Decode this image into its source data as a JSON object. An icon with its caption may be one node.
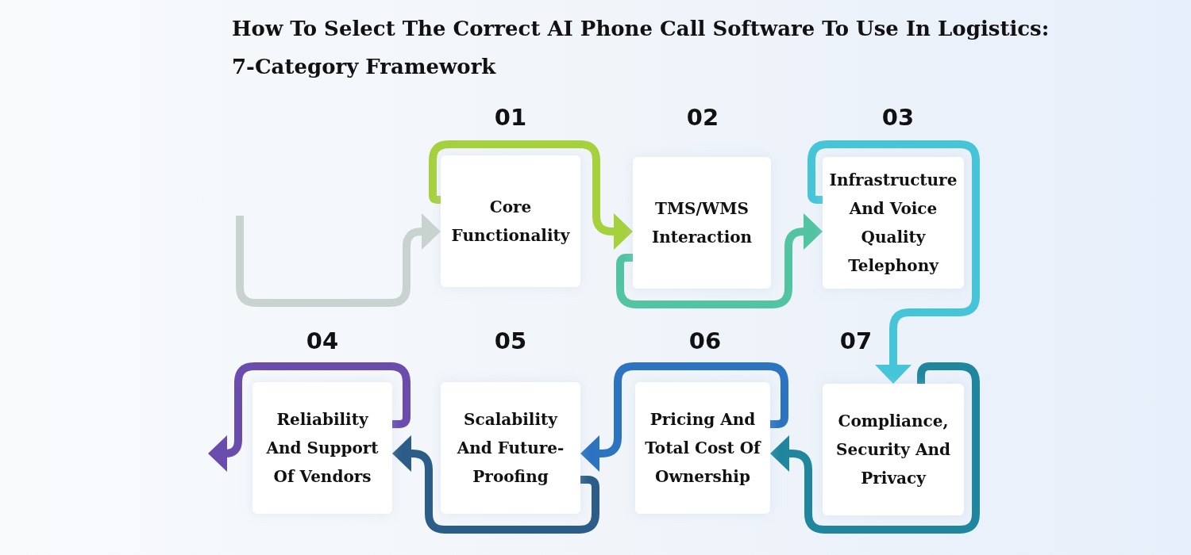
{
  "diagram": {
    "title": "How To Select The Correct AI Phone Call Software To Use In Logistics: 7-Category Framework",
    "nodes": [
      {
        "text": [
          "Core Functionality"
        ],
        "beside": [
          "01"
        ]
      },
      {
        "text": [
          "TMS/WMS Interaction"
        ],
        "beside": [
          "02"
        ]
      },
      {
        "text": [
          "Infrastructure And Voice Quality Telephony"
        ],
        "beside": [
          "03"
        ]
      },
      {
        "text": [
          "Reliability And Support Of Vendors"
        ],
        "beside": [
          "04"
        ]
      },
      {
        "text": [
          "Scalability And Future-Proofing"
        ],
        "beside": [
          "05"
        ]
      },
      {
        "text": [
          "Pricing And Total Cost Of Ownership"
        ],
        "beside": [
          "06"
        ]
      },
      {
        "text": [
          "Compliance, Security And Privacy"
        ],
        "beside": [
          "07"
        ]
      }
    ],
    "edges": [
      {
        "from": null,
        "to": 0,
        "arrow": "to",
        "color": "#c8d3d0"
      },
      {
        "from": 0,
        "to": 1,
        "arrow": "to",
        "color": "#a5d13d"
      },
      {
        "from": 1,
        "to": 2,
        "arrow": "to",
        "color": "#52c4a2"
      },
      {
        "from": 2,
        "to": 6,
        "arrow": "to",
        "color": "#46c5d9"
      },
      {
        "from": 6,
        "to": 5,
        "arrow": "to",
        "color": "#1f869e"
      },
      {
        "from": 5,
        "to": 4,
        "arrow": "to",
        "color": "#2c74bf"
      },
      {
        "from": 4,
        "to": 3,
        "arrow": "to",
        "color": "#2b5d88"
      },
      {
        "from": 3,
        "to": null,
        "arrow": "to",
        "color": "#6a4cad"
      }
    ]
  }
}
